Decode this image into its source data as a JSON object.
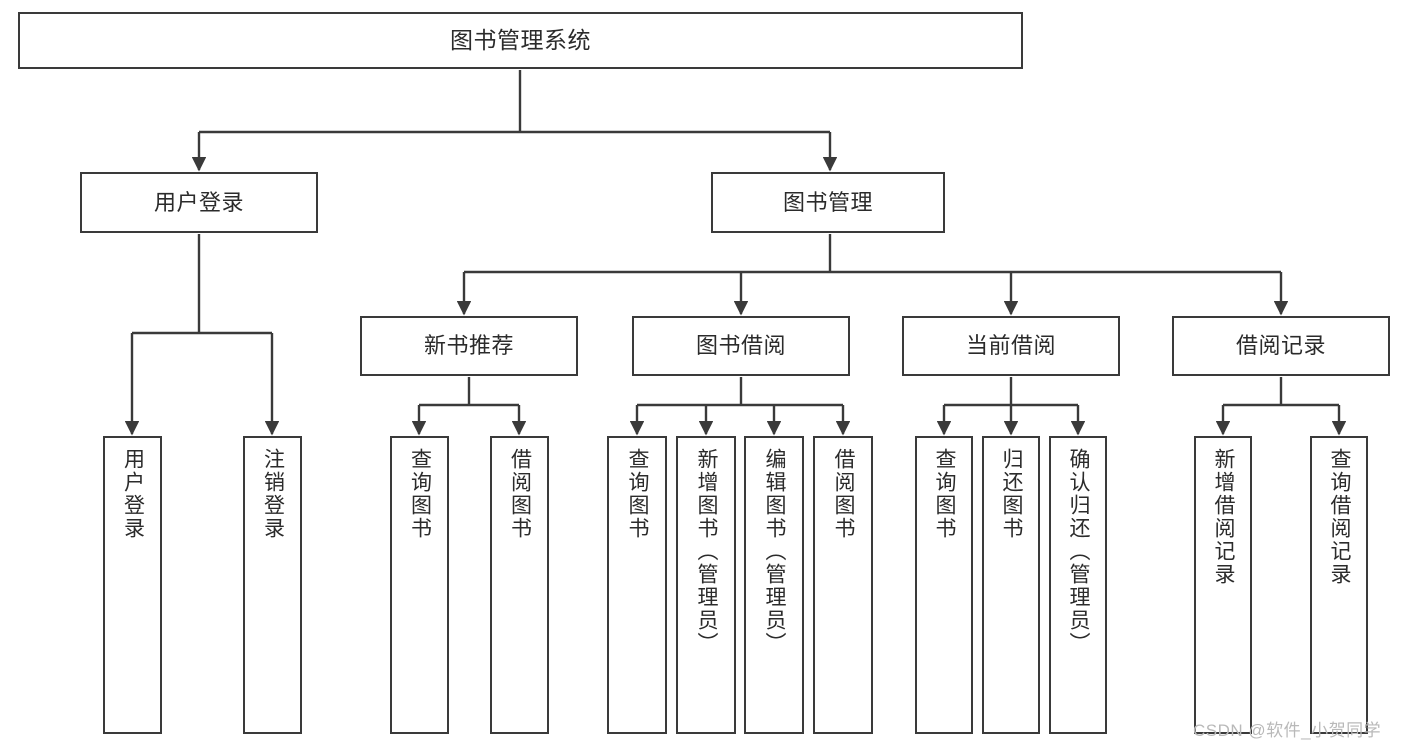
{
  "diagram": {
    "title": "图书管理系统",
    "type": "tree-hierarchy",
    "background_color": "#ffffff",
    "node_border_color": "#3a3a3a",
    "edge_color": "#3a3a3a",
    "text_color": "#2b2b2b"
  },
  "nodes": {
    "root": {
      "label": "图书管理系统"
    },
    "level2": [
      {
        "label": "用户登录"
      },
      {
        "label": "图书管理"
      }
    ],
    "level3": [
      {
        "label": "新书推荐"
      },
      {
        "label": "图书借阅"
      },
      {
        "label": "当前借阅"
      },
      {
        "label": "借阅记录"
      }
    ],
    "leaves_user_login": [
      {
        "label": "用户登录"
      },
      {
        "label": "注销登录"
      }
    ],
    "leaves_new_book": [
      {
        "label": "查询图书"
      },
      {
        "label": "借阅图书"
      }
    ],
    "leaves_borrow": [
      {
        "label": "查询图书"
      },
      {
        "label": "新增图书（管理员）"
      },
      {
        "label": "编辑图书（管理员）"
      },
      {
        "label": "借阅图书"
      }
    ],
    "leaves_current": [
      {
        "label": "查询图书"
      },
      {
        "label": "归还图书"
      },
      {
        "label": "确认归还（管理员）"
      }
    ],
    "leaves_record": [
      {
        "label": "新增借阅记录"
      },
      {
        "label": "查询借阅记录"
      }
    ]
  },
  "watermark": {
    "text": "CSDN @软件_小贺同学"
  }
}
